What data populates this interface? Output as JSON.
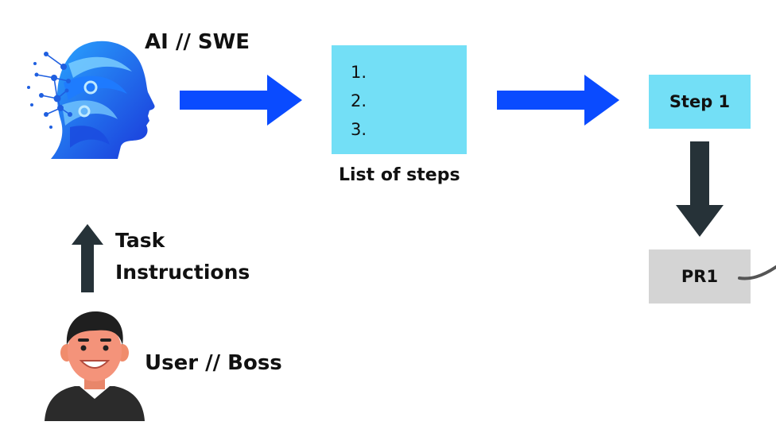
{
  "labels": {
    "ai": "AI // SWE",
    "list_caption": "List of steps",
    "task_line_1": "Task",
    "task_line_2": "Instructions",
    "user": "User // Boss"
  },
  "steps_box": {
    "items": [
      "1.",
      "2.",
      "3."
    ]
  },
  "step1": {
    "label": "Step 1"
  },
  "pr1": {
    "label": "PR1"
  },
  "icons": {
    "ai": "ai-head-icon",
    "user": "user-avatar-icon"
  },
  "colors": {
    "blue_arrow": "#0a4bff",
    "dark_arrow": "#263238",
    "cyan_box": "#73dff6",
    "gray_box": "#d4d4d4",
    "text": "#111111"
  }
}
